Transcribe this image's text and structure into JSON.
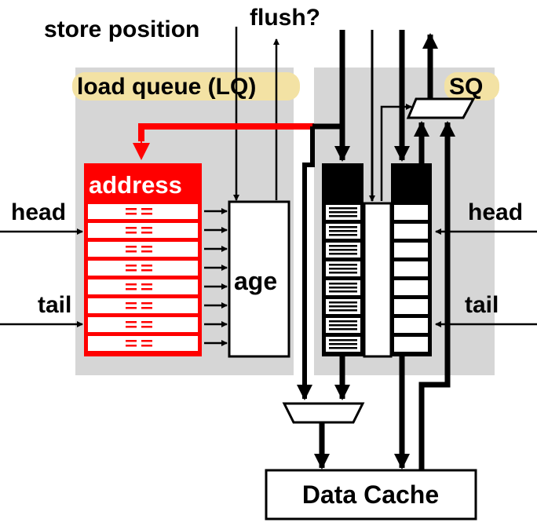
{
  "labels": {
    "store_position": "store position",
    "flush": "flush?",
    "load_queue": "load queue (LQ)",
    "sq": "SQ",
    "address": "address",
    "age": "age",
    "head_left": "head",
    "tail_left": "tail",
    "head_right": "head",
    "tail_right": "tail",
    "data_cache": "Data Cache"
  },
  "colors": {
    "lq_accent": "#ff0000",
    "region_bg": "#d6d6d6",
    "label_highlight": "#f3e2a4",
    "ink": "#000000"
  },
  "structure": {
    "address_entries": 8,
    "sq_rows": 8
  }
}
